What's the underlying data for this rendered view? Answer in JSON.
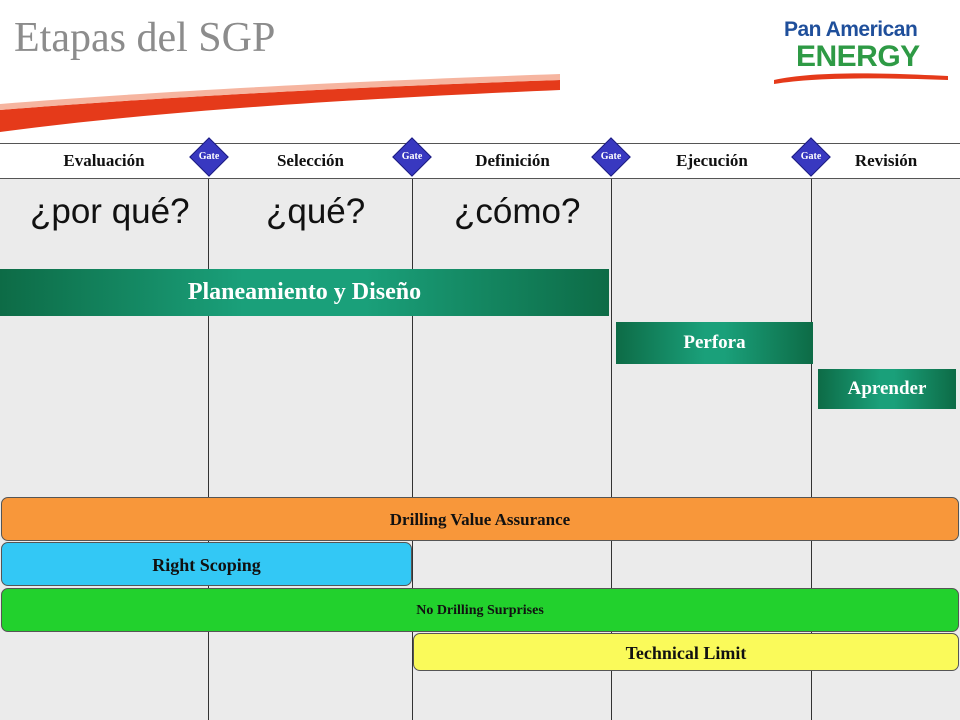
{
  "title": "Etapas del SGP",
  "logo": {
    "line1": "Pan American",
    "line2": "ENERGY"
  },
  "phases": [
    "Evaluación",
    "Selección",
    "Definición",
    "Ejecución",
    "Revisión"
  ],
  "gate_label": "Gate",
  "questions": [
    "¿por qué?",
    "¿qué?",
    "¿cómo?"
  ],
  "activities": {
    "planning": "Planeamiento y Diseño",
    "drilling": "Perfora",
    "learning": "Aprender"
  },
  "programs": {
    "dva": "Drilling Value Assurance",
    "right_scoping": "Right Scoping",
    "no_surprises": "No Drilling Surprises",
    "technical_limit": "Technical Limit"
  },
  "colors": {
    "gate": "#3838c0",
    "green_bar": "#1aa07a",
    "dva": "#f8973a",
    "right_scoping": "#33c8f5",
    "no_surprises": "#22d12d",
    "technical_limit": "#fafa5a",
    "logo_blue": "#1f4f9b",
    "logo_green": "#2e9a45",
    "title": "#8c8c8c"
  }
}
